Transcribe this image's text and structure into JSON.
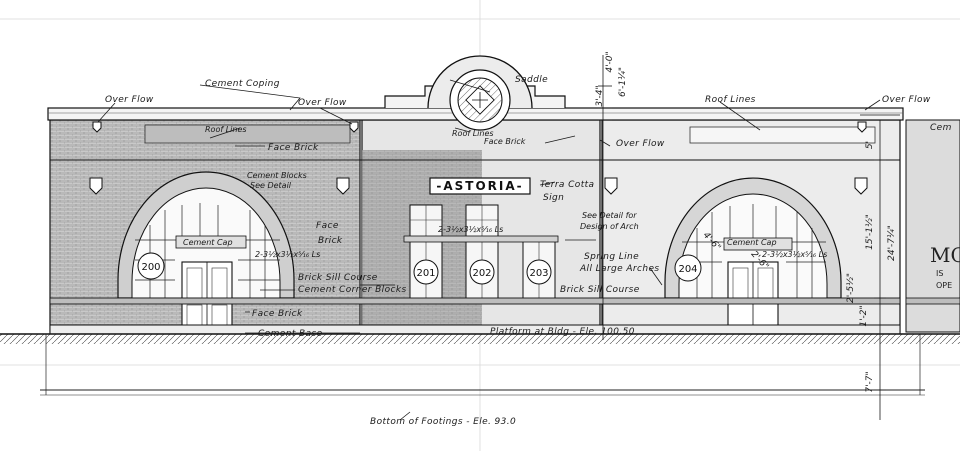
{
  "elevation": {
    "notes": {
      "over_flow_left": "Over Flow",
      "cement_coping": "Cement Coping",
      "over_flow_mid": "Over Flow",
      "roof_lines_left": "Roof Lines",
      "face_brick_left": "Face Brick",
      "cement_blocks": "Cement Blocks",
      "see_detail": "See Detail",
      "face_brick_mid": "Face",
      "brick_word": "Brick",
      "cement_cap_left": "Cement Cap",
      "lintel_left": "2-3½x3½x⁵⁄₁₆ Ls",
      "brick_sill_left": "Brick Sill Course",
      "cement_corner_blocks": "Cement Corner Blocks",
      "face_brick_low": "Face Brick",
      "cement_base": "Cement Base",
      "saddle": "Saddle",
      "roof_lines_center": "Roof Lines",
      "face_brick_center": "Face Brick",
      "over_flow_center": "Over Flow",
      "terra_cotta": "Terra Cotta",
      "sign_word": "Sign",
      "lintel_center": "2-3½x3½x⁵⁄₁₆ Ls",
      "see_detail_for": "See Detail for",
      "design_of_arch": "Design of Arch",
      "spring_line": "Spring Line",
      "all_large_arches": "All Large Arches",
      "brick_sill_right": "Brick Sill Course",
      "cement_cap_right": "Cement Cap",
      "lintel_right": "2-3½x3½x⁵⁄₁₆ Ls",
      "roof_lines_right": "Roof Lines",
      "over_flow_right": "Over Flow",
      "cement_right_edge": "Cem",
      "platform": "Platform at Bldg - Ele. 100.50",
      "bottom_of_footings": "Bottom of Footings - Ele. 93.0"
    },
    "sign_text": "-ASTORIA-",
    "rooms": [
      "200",
      "201",
      "202",
      "203",
      "204"
    ],
    "dimensions": {
      "d1": "4'-0\"",
      "d2": "3'-4\"",
      "d3": "6'-1¼\"",
      "d4": "5'",
      "d5": "15'-1½\"",
      "d6": "24'-7¼\"",
      "d7": "2'-5½\"",
      "d8": "1'-2\"",
      "d9": "7'-7\"",
      "d10": "2'-6\"",
      "d11": "4'-6\""
    },
    "edge_text": {
      "big": "MC",
      "line1": "IS",
      "line2": "OPE"
    }
  }
}
